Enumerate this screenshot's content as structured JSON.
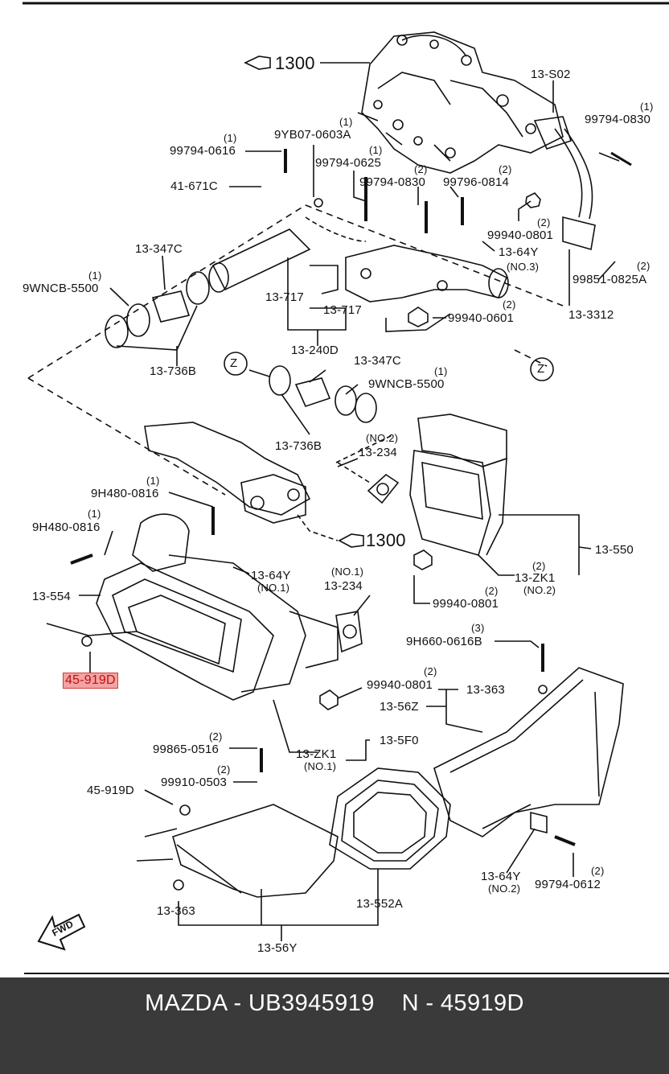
{
  "labels": {
    "l1300_top": "1300",
    "l13s02": "13-S02",
    "q_99794_0830_a": "(1)",
    "l_99794_0830_a": "99794-0830",
    "q_9yb07": "(1)",
    "l_9yb07": "9YB07-0603A",
    "q_99794_0616": "(1)",
    "l_99794_0616": "99794-0616",
    "q_99794_0625": "(1)",
    "l_99794_0625": "99794-0625",
    "l_41_671c": "41-671C",
    "q_99794_0830_b": "(2)",
    "l_99794_0830_b": "99794-0830",
    "q_99796": "(2)",
    "l_99796": "99796-0814",
    "q_99940_0801_a": "(2)",
    "l_99940_0801_a": "99940-0801",
    "l_13_347c_a": "13-347C",
    "l_13_64y_3": "13-64Y",
    "q_13_64y_3": "(NO.3)",
    "q_99851": "(2)",
    "l_99851": "99851-0825A",
    "q_9wncb_a": "(1)",
    "l_9wncb_a": "9WNCB-5500",
    "l_13_717_a": "13-717",
    "l_13_717_b": "13-717",
    "q_99940_0601": "(2)",
    "l_99940_0601": "99940-0601",
    "l_13_3312": "13-3312",
    "l_13_2400": "13-240D",
    "l_13_736b_a": "13-736B",
    "l_z_a": "Z",
    "l_13_347c_b": "13-347C",
    "q_9wncb_b": "(1)",
    "l_9wncb_b": "9WNCB-5500",
    "l_z_b": "Z",
    "l_13_736b_b": "13-736B",
    "q_13_234_2": "(NO.2)",
    "l_13_234_2": "13-234",
    "q_9h480_a": "(1)",
    "l_9h480_a": "9H480-0816",
    "q_9h480_b": "(1)",
    "l_9h480_b": "9H480-0816",
    "l1300_mid": "1300",
    "l_13_550": "13-550",
    "l_13_64y_1": "13-64Y",
    "q_13_64y_1": "(NO.1)",
    "l_13_554": "13-554",
    "q_13_234_1": "(NO.1)",
    "l_13_234_1": "13-234",
    "l_13_zk1_2": "13-ZK1",
    "q_13_zk1_2a": "(2)",
    "q_13_zk1_2": "(NO.2)",
    "l_99940_0801_b": "99940-0801",
    "q_99940_0801_b": "(2)",
    "q_9h660": "(3)",
    "l_9h660": "9H660-0616B",
    "l_45919d_hl": "45-919D",
    "q_99940_0801_c": "(2)",
    "l_99940_0801_c": "99940-0801",
    "l_13_363_a": "13-363",
    "l_13_56z": "13-56Z",
    "l_13_5f0": "13-5F0",
    "q_99865": "(2)",
    "l_99865": "99865-0516",
    "l_13_zk1_1": "13-ZK1",
    "q_13_zk1_1": "(NO.1)",
    "q_99910": "(2)",
    "l_99910": "99910-0503",
    "l_45919d_b": "45-919D",
    "l_13_64y_2": "13-64Y",
    "q_13_64y_2": "(NO.2)",
    "q_99794_0612": "(2)",
    "l_99794_0612": "99794-0612",
    "l_13_363_b": "13-363",
    "l_13_552a": "13-552A",
    "l_13_56y": "13-56Y",
    "l_fwd": "FWD"
  },
  "footer": {
    "text": "MAZDA - UB3945919    N - 45919D"
  },
  "colors": {
    "highlight_bg": "#f4a3a3",
    "highlight_border": "#d23c3c",
    "footer_bg": "#3a3a3a"
  }
}
